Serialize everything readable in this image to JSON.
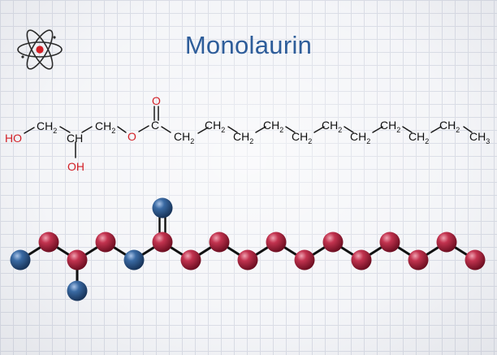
{
  "title": "Monolaurin",
  "colors": {
    "title": "#2e5d9a",
    "oxygen_label": "#d21f26",
    "atom_label": "#111111",
    "carbon_ball": "#b3243d",
    "oxygen_ball": "#2f5e93"
  },
  "icons": [
    "atom-icon"
  ],
  "formula": {
    "atoms": [
      {
        "id": "ho",
        "label": "HO",
        "color": "oxygen_label"
      },
      {
        "id": "c1",
        "label": "CH",
        "sub": "2"
      },
      {
        "id": "c2",
        "label": "CH"
      },
      {
        "id": "oh",
        "label": "OH",
        "color": "oxygen_label"
      },
      {
        "id": "c3",
        "label": "CH",
        "sub": "2"
      },
      {
        "id": "o-ester",
        "label": "O",
        "color": "oxygen_label"
      },
      {
        "id": "c-carbonyl",
        "label": "C"
      },
      {
        "id": "o-carbonyl",
        "label": "O",
        "color": "oxygen_label"
      },
      {
        "id": "c5",
        "label": "CH",
        "sub": "2"
      },
      {
        "id": "c6",
        "label": "CH",
        "sub": "2"
      },
      {
        "id": "c7",
        "label": "CH",
        "sub": "2"
      },
      {
        "id": "c8",
        "label": "CH",
        "sub": "2"
      },
      {
        "id": "c9",
        "label": "CH",
        "sub": "2"
      },
      {
        "id": "c10",
        "label": "CH",
        "sub": "2"
      },
      {
        "id": "c11",
        "label": "CH",
        "sub": "2"
      },
      {
        "id": "c12",
        "label": "CH",
        "sub": "2"
      },
      {
        "id": "c13",
        "label": "CH",
        "sub": "2"
      },
      {
        "id": "c14",
        "label": "CH",
        "sub": "2"
      },
      {
        "id": "c15",
        "label": "CH",
        "sub": "3"
      }
    ]
  },
  "model": {
    "balls": [
      "oxygen",
      "carbon",
      "carbon",
      "oxygen",
      "carbon",
      "oxygen",
      "carbon",
      "oxygen",
      "carbon",
      "carbon",
      "carbon",
      "carbon",
      "carbon",
      "carbon",
      "carbon",
      "carbon",
      "carbon",
      "carbon",
      "carbon"
    ]
  }
}
